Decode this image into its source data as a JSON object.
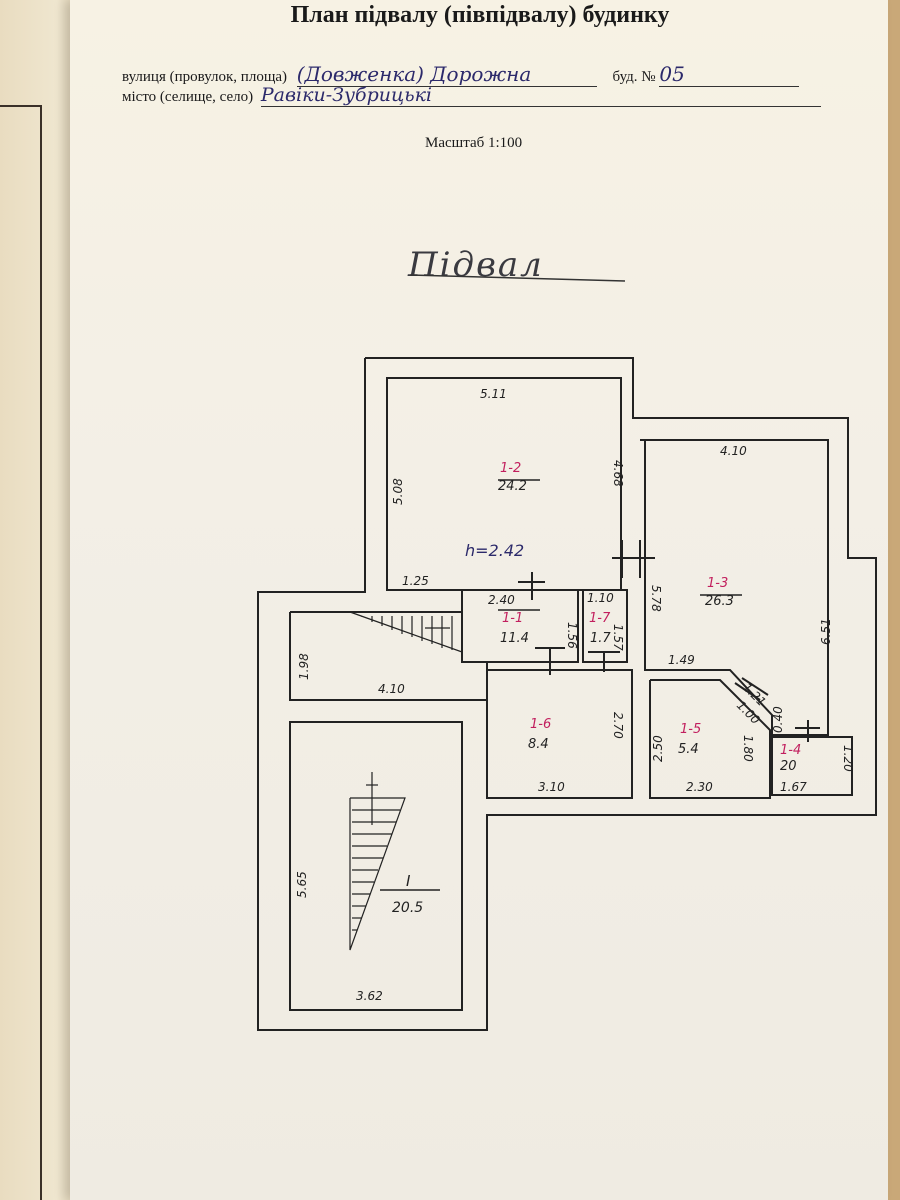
{
  "header": {
    "title": "План підвалу (півпідвалу) будинку",
    "street_label": "вулиця (провулок, площа)",
    "street_value": "(Довженка) Дорожна",
    "building_label": "буд. №",
    "building_value": "05",
    "city_label": "місто (селище, село)",
    "city_value": "Равіки-Зубрицькі",
    "scale": "Масштаб 1:100"
  },
  "plan": {
    "section_title": "Підвал",
    "height": "h=2.42",
    "rooms": [
      {
        "id": "1-2",
        "area": "24.2"
      },
      {
        "id": "1-3",
        "area": "26.3"
      },
      {
        "id": "1-1",
        "area": "11.4"
      },
      {
        "id": "1-7",
        "area": "1.7"
      },
      {
        "id": "1-6",
        "area": "8.4"
      },
      {
        "id": "1-5",
        "area": "5.4"
      },
      {
        "id": "1-4",
        "area": "20"
      },
      {
        "id": "I",
        "area": "20.5"
      }
    ],
    "dimensions": {
      "d511": "5.11",
      "d508": "5.08",
      "d468": "4.68",
      "d125": "1.25",
      "d410a": "4.10",
      "d578": "5.78",
      "d651": "6.51",
      "d149": "1.49",
      "d240": "2.40",
      "d110": "1.10",
      "d156": "1.56",
      "d157": "1.57",
      "d198": "1.98",
      "d410b": "4.10",
      "d270": "2.70",
      "d310": "3.10",
      "d250": "2.50",
      "d180": "1.80",
      "d230": "2.30",
      "d040": "0.40",
      "d120": "1.20",
      "d167": "1.67",
      "d121": "1.21",
      "d100": "1.00",
      "d565": "5.65",
      "d362": "3.62"
    }
  }
}
